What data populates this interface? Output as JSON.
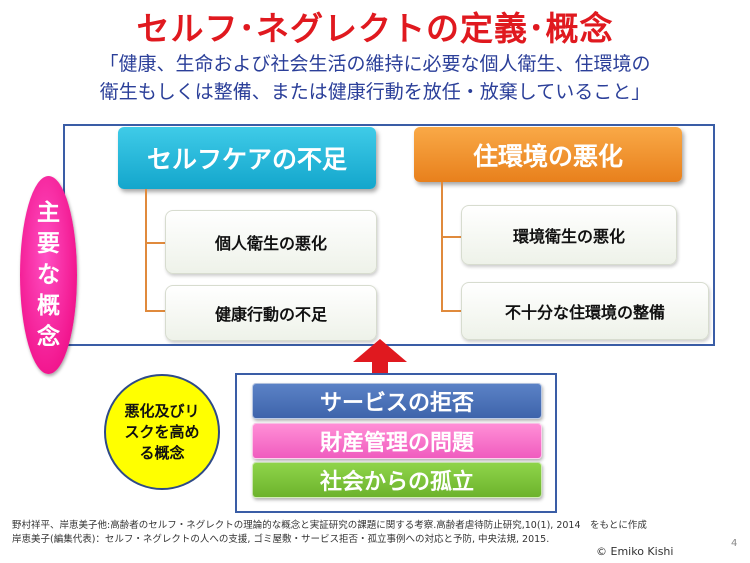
{
  "title": "セルフ･ネグレクトの定義･概念",
  "definition": {
    "line1": "「健康、生命および社会生活の維持に必要な個人衛生、住環境の",
    "line2": "衛生もしくは整備、または健康行動を放任・放棄していること」"
  },
  "side_label": "主要な概念",
  "categories": [
    {
      "label": "セルフケアの不足",
      "color": "#18aed4",
      "items": [
        "個人衛生の悪化",
        "健康行動の不足"
      ]
    },
    {
      "label": "住環境の悪化",
      "color": "#f0922e",
      "items": [
        "環境衛生の悪化",
        "不十分な住環境の整備"
      ]
    }
  ],
  "risk_label": "悪化及びリスクを高める概念",
  "risk_factors": [
    {
      "label": "サービスの拒否",
      "color": "#4a71b8"
    },
    {
      "label": "財産管理の問題",
      "color": "#f471c9"
    },
    {
      "label": "社会からの孤立",
      "color": "#7cc13a"
    }
  ],
  "references": {
    "line1": "野村祥平、岸恵美子他:高齢者のセルフ・ネグレクトの理論的な概念と実証研究の課題に関する考察.高齢者虐待防止研究,10(1), 2014　をもとに作成",
    "line2": "岸恵美子(編集代表)：セルフ・ネグレクトの人への支援, ゴミ屋敷・サービス拒否・孤立事例への対応と予防, 中央法規, 2015."
  },
  "credit": "© Emiko Kishi",
  "page_number": "4",
  "colors": {
    "title": "#e0191f",
    "definition_text": "#2b3f99",
    "frame_border": "#3a5da6",
    "side_oval": "#f2178f",
    "risk_circle": "#ffff00",
    "arrow": "#e0191f",
    "connector": "#e08a3c"
  }
}
